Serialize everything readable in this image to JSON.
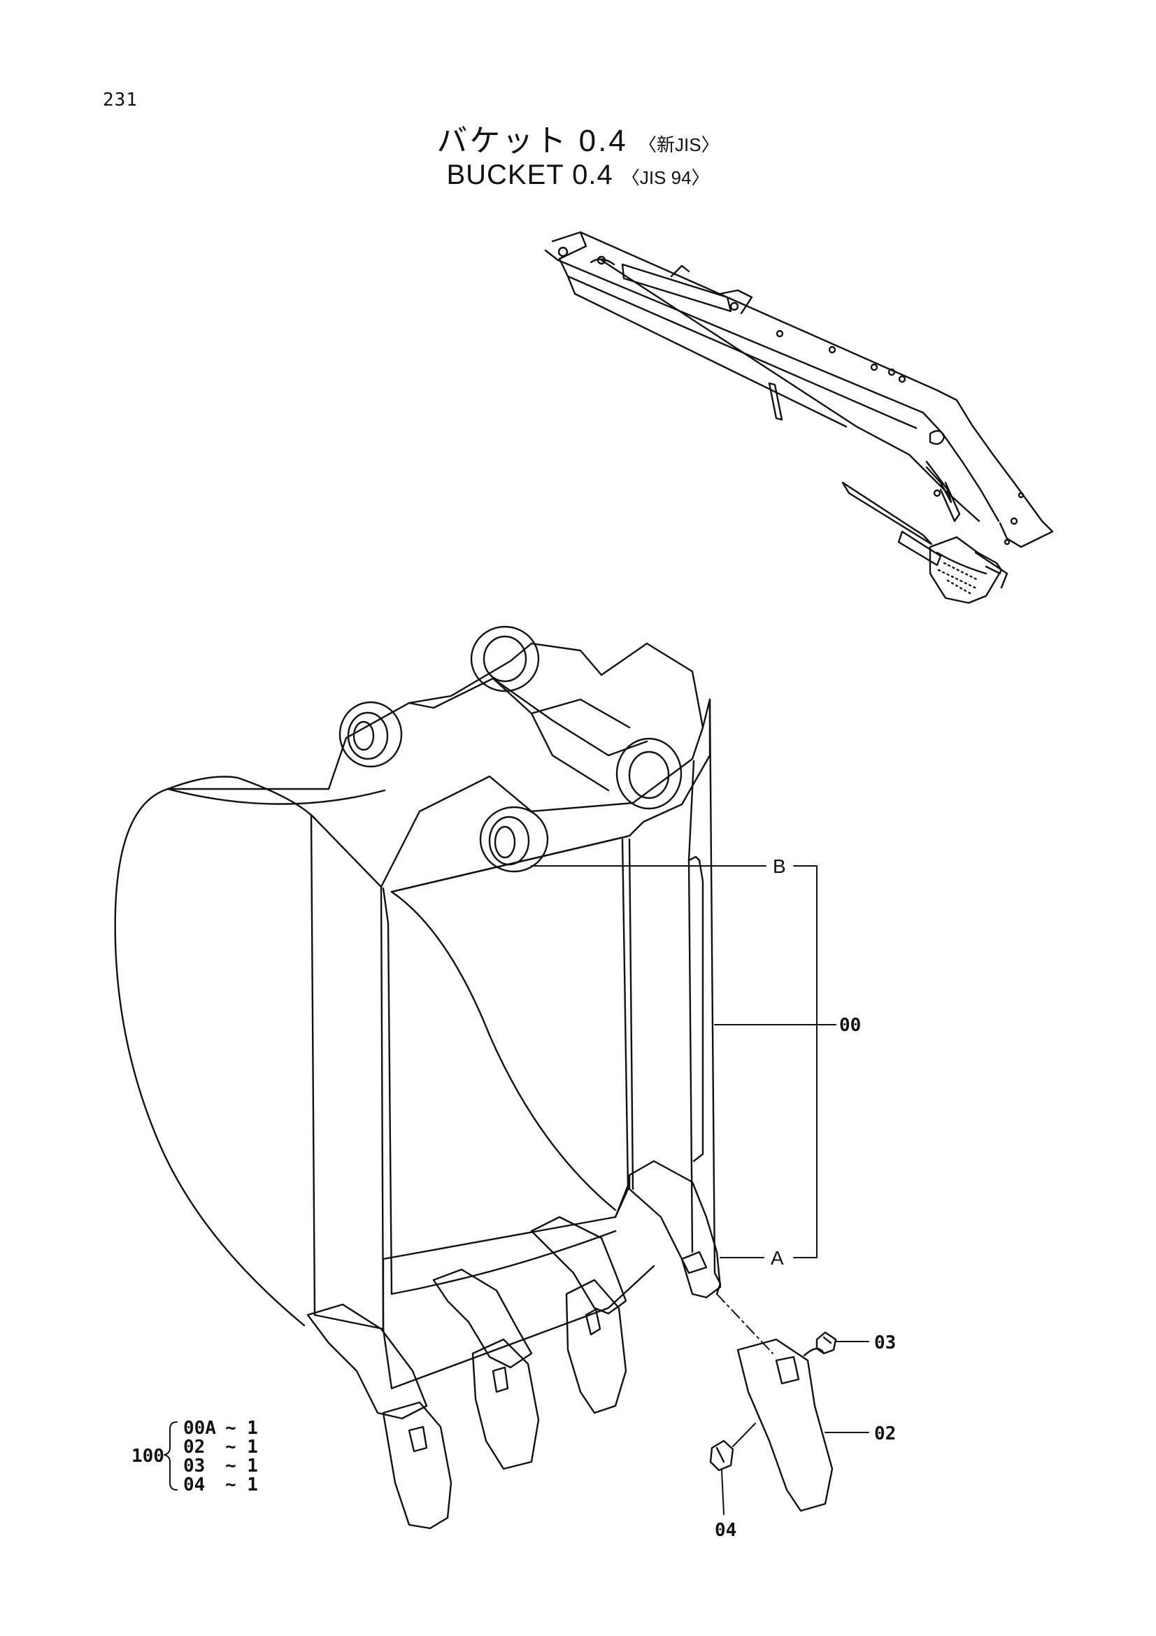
{
  "page": {
    "number": "231",
    "title_jp": "バケット 0.4",
    "title_jp_note": "〈新JIS〉",
    "title_en": "BUCKET 0.4",
    "title_en_note": "〈JIS 94〉"
  },
  "callouts": {
    "b": "B",
    "a": "A",
    "assy": "00",
    "tooth": "02",
    "pin": "03",
    "lock": "04"
  },
  "kit": {
    "number": "100",
    "rows": [
      {
        "part": "00A",
        "qty": "~ 1"
      },
      {
        "part": "02",
        "qty": "~ 1"
      },
      {
        "part": "03",
        "qty": "~ 1"
      },
      {
        "part": "04",
        "qty": "~ 1"
      }
    ]
  },
  "colors": {
    "ink": "#111111",
    "paper": "#ffffff"
  }
}
